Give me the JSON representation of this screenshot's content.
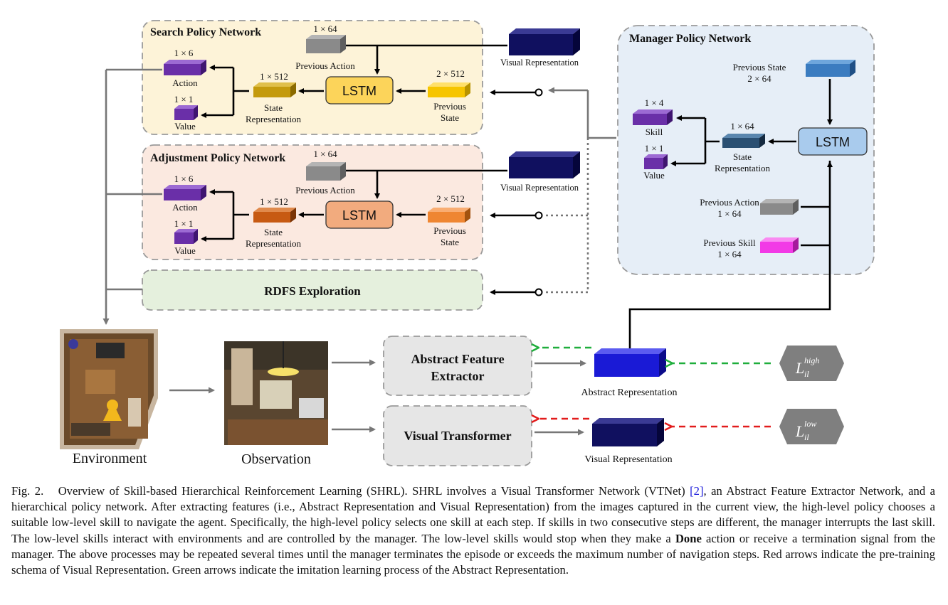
{
  "search": {
    "title": "Search Policy Network",
    "action_dim": "1 × 6",
    "action": "Action",
    "value_dim": "1 × 1",
    "value": "Value",
    "state_dim": "1 × 512",
    "state_l1": "State",
    "state_l2": "Representation",
    "prev_action_dim": "1 × 64",
    "prev_action": "Previous Action",
    "lstm": "LSTM",
    "prev_state_dim": "2 × 512",
    "prev_state_l1": "Previous",
    "prev_state_l2": "State",
    "visual_rep": "Visual Representation"
  },
  "adjust": {
    "title": "Adjustment  Policy Network",
    "action_dim": "1 × 6",
    "action": "Action",
    "value_dim": "1 × 1",
    "value": "Value",
    "state_dim": "1 × 512",
    "state_l1": "State",
    "state_l2": "Representation",
    "prev_action_dim": "1 × 64",
    "prev_action": "Previous Action",
    "lstm": "LSTM",
    "prev_state_dim": "2 × 512",
    "prev_state_l1": "Previous",
    "prev_state_l2": "State",
    "visual_rep": "Visual Representation"
  },
  "rdfs": {
    "label": "RDFS Exploration"
  },
  "manager": {
    "title": "Manager Policy Network",
    "prev_state_l1": "Previous State",
    "prev_state_dim": "2 × 64",
    "skill_dim": "1 × 4",
    "skill": "Skill",
    "value_dim": "1 × 1",
    "value": "Value",
    "state_dim": "1 × 64",
    "state_l1": "State",
    "state_l2": "Representation",
    "lstm": "LSTM",
    "prev_action_l1": "Previous Action",
    "prev_action_dim": "1 × 64",
    "prev_skill_l1": "Previous Skill",
    "prev_skill_dim": "1 × 64"
  },
  "bottom": {
    "environment": "Environment",
    "observation": "Observation",
    "afe_l1": "Abstract Feature",
    "afe_l2": "Extractor",
    "vt": "Visual Transformer",
    "abstract_rep": "Abstract Representation",
    "visual_rep": "Visual Representation",
    "loss_base": "L",
    "loss_sub": "il",
    "loss_high": "high",
    "loss_low": "low"
  },
  "colors": {
    "search_bg": "#fdf3d8",
    "adjust_bg": "#fbe9e0",
    "rdfs_bg": "#e5f0dd",
    "manager_bg": "#e6eef7",
    "purple": "#6a2fa8",
    "search_state": "#c49a0c",
    "search_lstm": "#fcd45a",
    "search_prev": "#f6c500",
    "adjust_state": "#c75a12",
    "adjust_lstm": "#f2ab7e",
    "adjust_prev": "#ef8632",
    "navy": "#10105f",
    "gray_cube": "#8a8a8a",
    "mgr_prev_state": "#3b7cc0",
    "mgr_state": "#2a4f72",
    "mgr_lstm": "#a9cbed",
    "magenta": "#f23ae6",
    "abstract_blue": "#1a1ad6",
    "green_arrow": "#1fae3c",
    "red_arrow": "#e21c1c"
  },
  "caption": {
    "fig": "Fig. 2.",
    "t1": "Overview of Skill-based Hierarchical Reinforcement Learning (SHRL). SHRL involves a Visual Transformer Network (VTNet) ",
    "ref": "[2]",
    "t2": ", an Abstract Feature Extractor Network, and a hierarchical policy network. After extracting features (i.e., Abstract Representation and Visual Representation) from the images captured in the current view, the high-level policy chooses a suitable low-level skill to navigate the agent. Specifically, the high-level policy selects one skill at each step. If skills in two consecutive steps are different, the manager interrupts the last skill. The low-level skills interact with environments and are controlled by the manager. The low-level skills would stop when they make a ",
    "done": "Done",
    "t3": " action or receive a termination signal from the manager. The above processes may be repeated several times until the manager terminates the episode or exceeds the maximum number of navigation steps. Red arrows indicate the pre-training schema of Visual Representation. Green arrows indicate the imitation learning process of the Abstract Representation."
  }
}
